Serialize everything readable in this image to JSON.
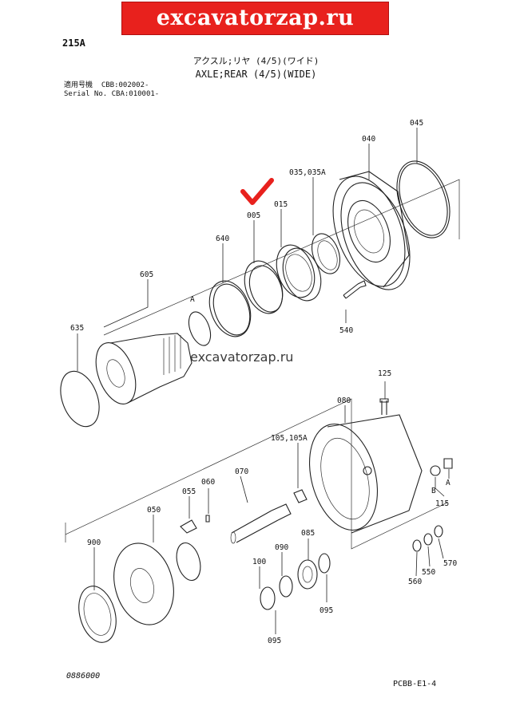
{
  "banner": "excavatorzap.ru",
  "watermark": "excavatorzap.ru",
  "page_code": "215A",
  "title_jp": "アクスル;リヤ (4/5)(ワイド)",
  "title_en": "AXLE;REAR (4/5)(WIDE)",
  "serial_block": "適用号機  CBB:002002-\nSerial No. CBA:010001-",
  "figure_number": "0886000",
  "sheet_code": "PCBB-E1-4",
  "check_mark_color": "#e8211d",
  "banner_color": "#e8211d",
  "labels": {
    "p045": "045",
    "p040": "040",
    "p035": "035,035A",
    "p005": "005",
    "p015": "015",
    "p640": "640",
    "p605": "605",
    "pA1": "A",
    "p635": "635",
    "p540": "540",
    "p125": "125",
    "p080": "080",
    "p105": "105,105A",
    "p070": "070",
    "p055": "055",
    "p060": "060",
    "p050": "050",
    "pB": "B",
    "pA2": "A",
    "p115": "115",
    "p900": "900",
    "p085": "085",
    "p090": "090",
    "p100": "100",
    "p095a": "095",
    "p095b": "095",
    "p570": "570",
    "p550": "550",
    "p560": "560"
  }
}
